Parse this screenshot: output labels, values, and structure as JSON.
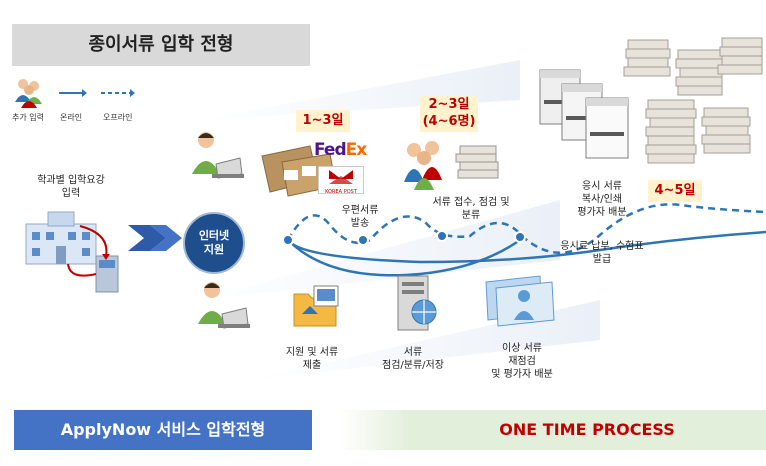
{
  "title": "종이서류 입학 전형",
  "legend": {
    "add_input": "추가 입력",
    "online": "온라인",
    "offline": "오프라인"
  },
  "nodes": {
    "dept_input": "학과별 입학요강\n입력",
    "internet_apply": "인터넷\n지원",
    "apply_submit": "지원 및 서류\n제출",
    "postal_send": "우편서류\n발송",
    "doc_receive": "서류 접수, 점검 및\n분류",
    "fee_payment": "응시료 납부, 수험표\n발급",
    "doc_store": "서류\n점검/분류/저장",
    "anomaly_review": "이상 서류\n재점검\n및 평가자 배분",
    "copy_distribute": "응시 서류\n복사/인쇄\n평가자 배분"
  },
  "durations": {
    "d1": "1~3일",
    "d2": "2~3일\n(4~6명)",
    "d3": "4~5일"
  },
  "logos": {
    "fedex_fed": "Fed",
    "fedex_ex": "Ex",
    "korea_post": "KOREA POST"
  },
  "footer": {
    "left": "ApplyNow 서비스 입학전형",
    "right": "ONE TIME PROCESS"
  },
  "colors": {
    "primary_blue": "#2e75b6",
    "footer_blue": "#4472c4",
    "footer_green": "#e2efda",
    "accent_red": "#c00000",
    "highlight_yellow": "#fff2cc"
  }
}
